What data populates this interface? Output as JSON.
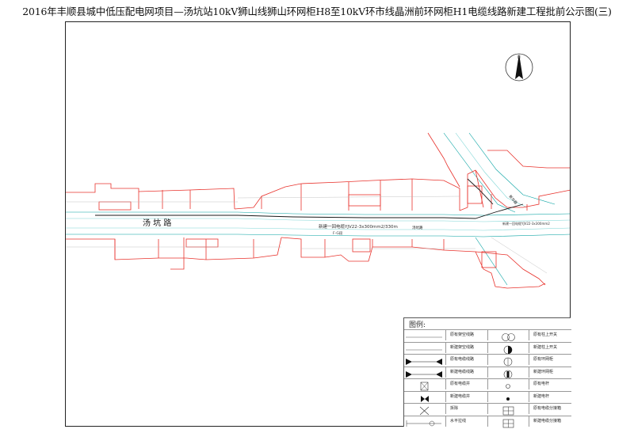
{
  "title": "2016年丰顺县城中低压配电网项目—汤坑站10kV狮山线狮山环网柜H8至10kV环市线晶洲前环网柜H1电缆线路新建工程批前公示图(三)",
  "map": {
    "road_main_label": "汤 坑 路",
    "road_small_label": "汤坑路",
    "road_right_label": "新华路",
    "cable_label": "新建一回电缆YJV22-3x300mm2/330m",
    "cable_sub_label": "F-G段",
    "cable_right_label": "新建一回电缆YJV22-3x300mm2",
    "north_label": "N"
  },
  "legend": {
    "title": "图例:",
    "rows": [
      {
        "left_text": "原有架空线路",
        "right_text": "原有柱上开关",
        "left_icon": "line-thin-icon",
        "right_icon": "double-circle-icon"
      },
      {
        "left_text": "新建架空线路",
        "right_text": "新建柱上开关",
        "left_icon": "line-thin-icon",
        "right_icon": "half-filled-circle-icon"
      },
      {
        "left_text": "原有电缆线路",
        "right_text": "原有环网柜",
        "left_icon": "bowtie-line-icon",
        "right_icon": "circle-split-icon"
      },
      {
        "left_text": "新建电缆线路",
        "right_text": "新建环网柜",
        "left_icon": "bowtie-line-icon",
        "right_icon": "circle-split-filled-icon"
      },
      {
        "left_text": "原有电缆井",
        "right_text": "原有电杆",
        "left_icon": "box-cross-icon",
        "right_icon": "small-circle-icon"
      },
      {
        "left_text": "新建电缆井",
        "right_text": "新建电杆",
        "left_icon": "bowtie-filled-icon",
        "right_icon": "dot-icon"
      },
      {
        "left_text": "拆除",
        "right_text": "原有电缆分接箱",
        "left_icon": "x-mark-icon",
        "right_icon": "split-box-icon"
      },
      {
        "left_text": "水平拉线",
        "right_text": "新建电缆分接箱",
        "left_icon": "guy-wire-icon",
        "right_icon": "split-box-icon"
      }
    ]
  },
  "colors": {
    "building": "#e8322c",
    "road": "#00a0a0",
    "road_light": "#7fd6d6",
    "cable": "#1a1a1a",
    "frame": "#222222"
  }
}
